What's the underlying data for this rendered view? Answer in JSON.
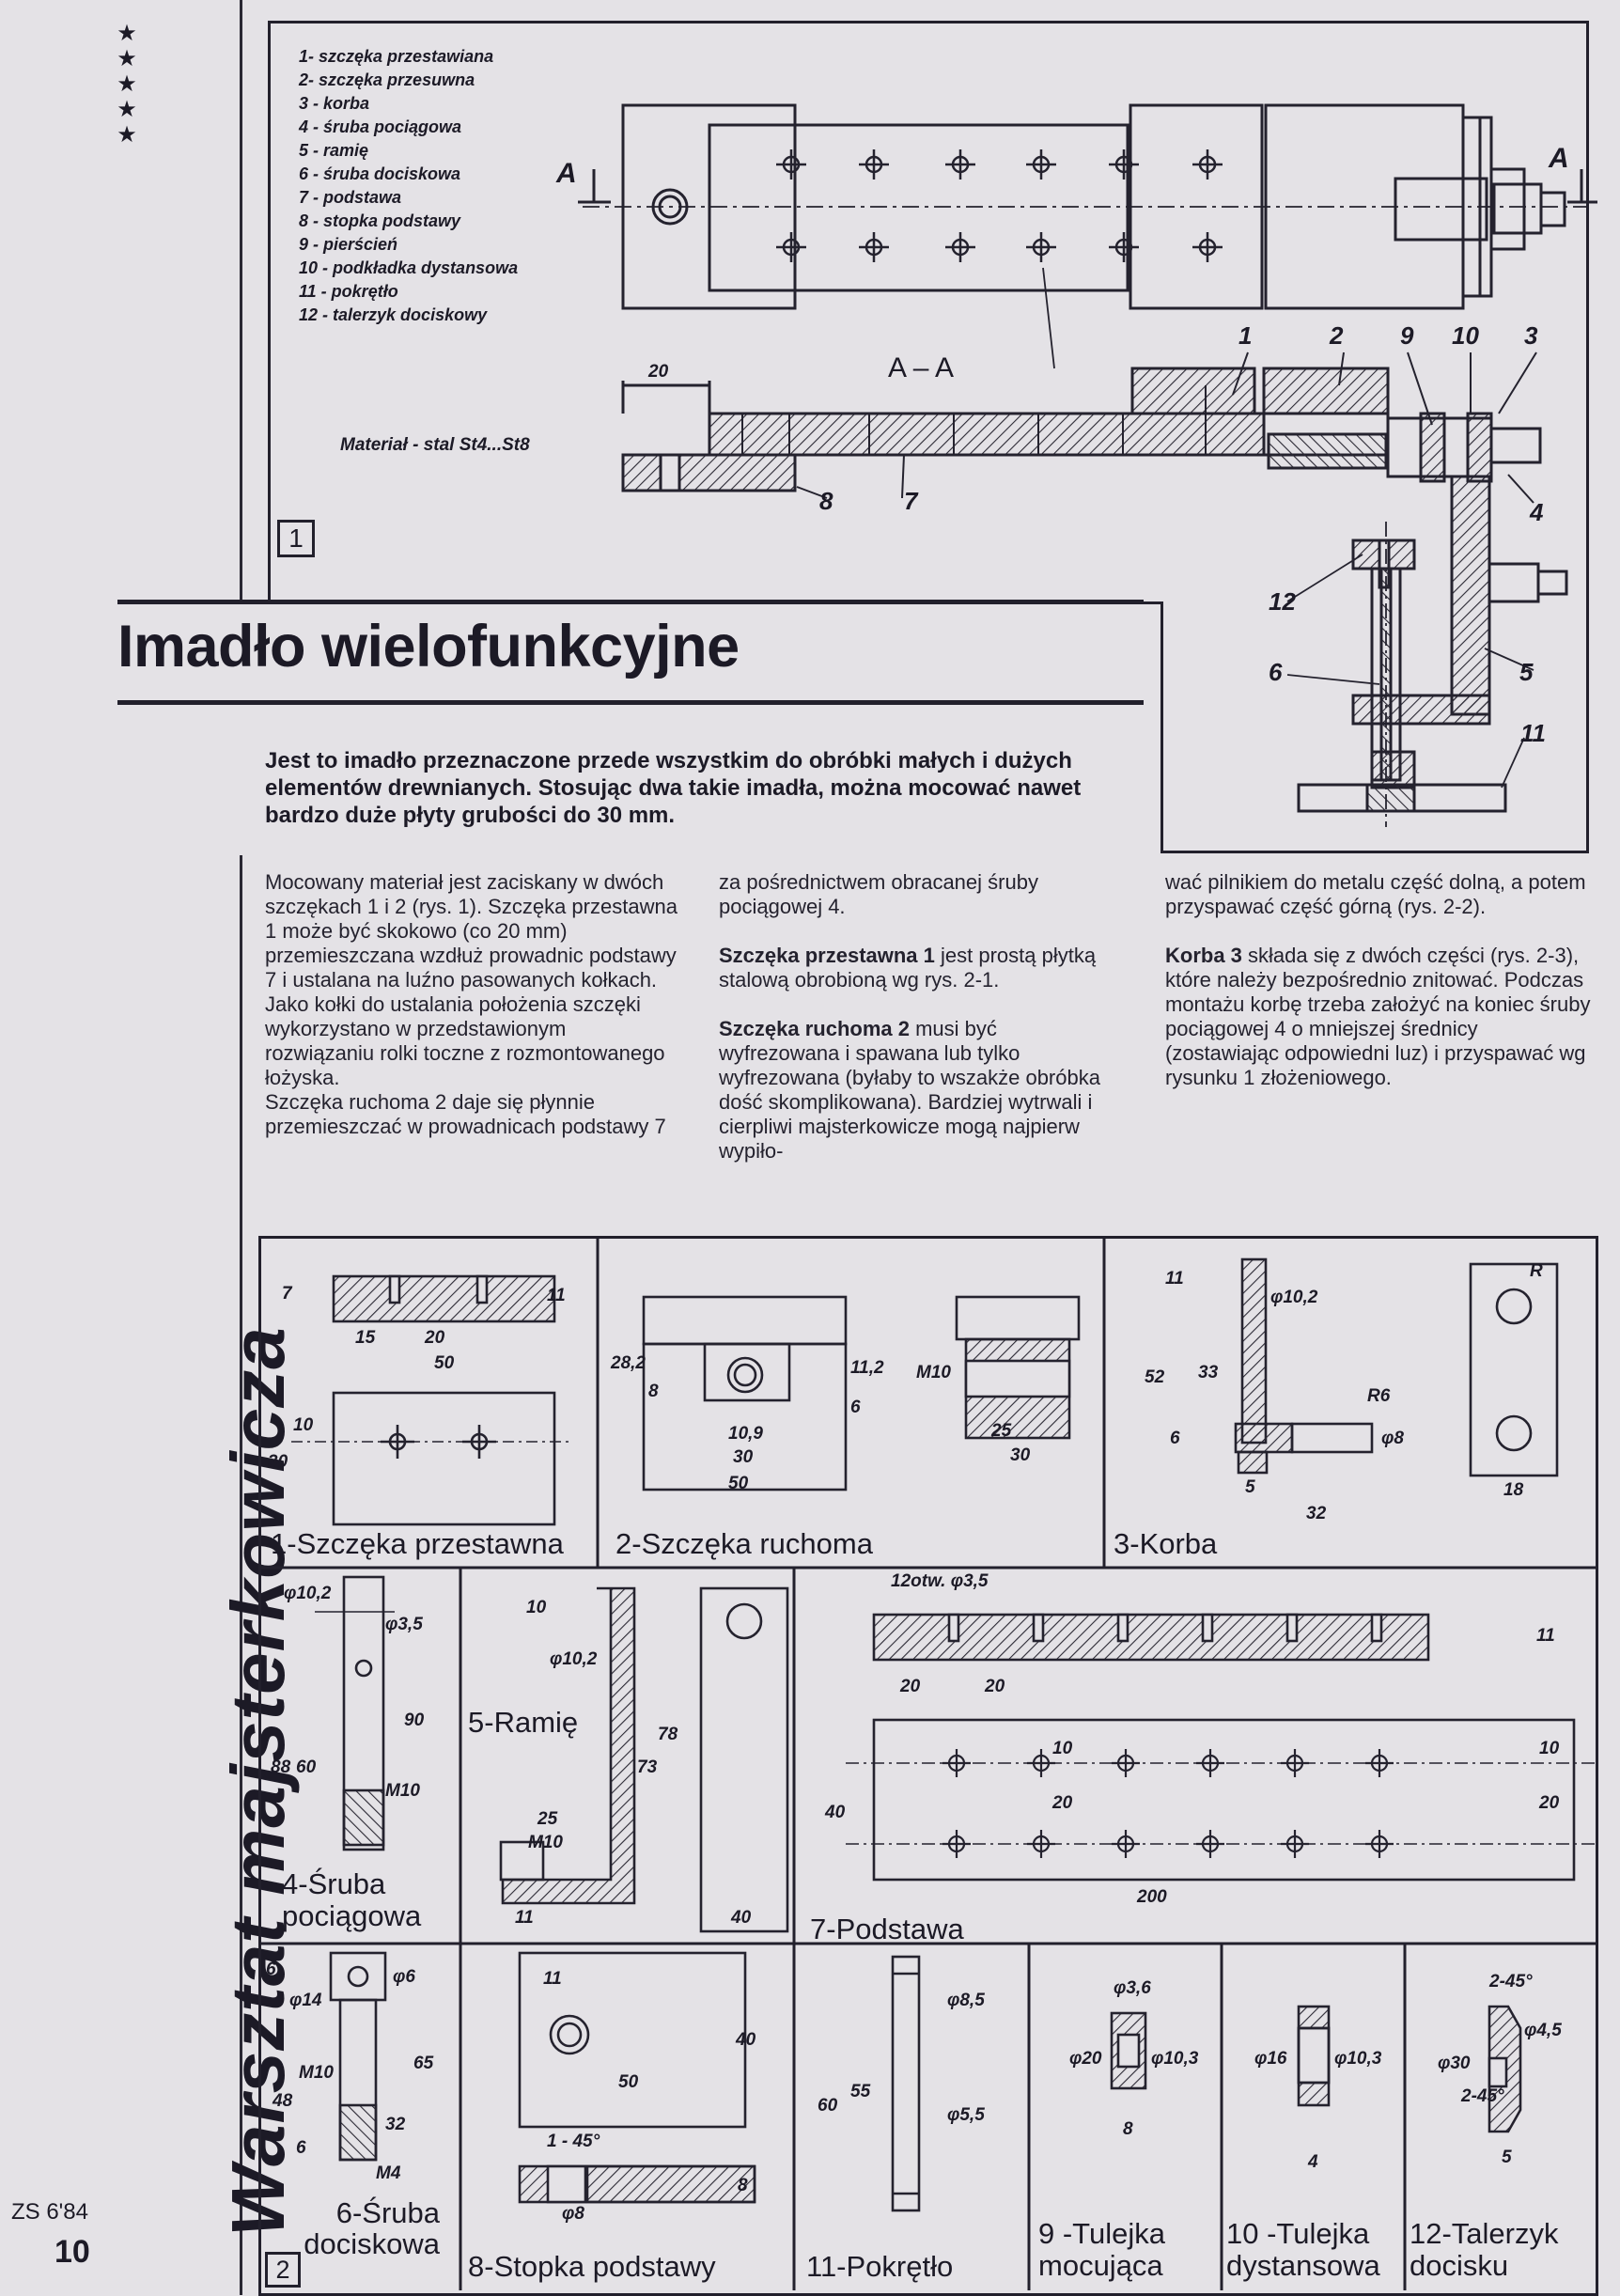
{
  "margin": {
    "stars": "★\n★\n★\n★\n★",
    "section_title": "Warsztat majsterkowicza",
    "issue": "ZS 6'84",
    "page_number": "10"
  },
  "figure1": {
    "number": "1",
    "legend": [
      "1- szczęka przestawiana",
      "2- szczęka przesuwna",
      "3 - korba",
      "4 - śruba pociągowa",
      "5 - ramię",
      "6 - śruba dociskowa",
      "7 - podstawa",
      "8 - stopka podstawy",
      "9 - pierścień",
      "10 - podkładka dystansowa",
      "11 - pokrętło",
      "12 - talerzyk dociskowy"
    ],
    "material": "Materiał - stal St4...St8",
    "section_mark": "A",
    "section_label": "A – A",
    "dim_20": "20",
    "callouts": [
      "1",
      "2",
      "9",
      "10",
      "3",
      "4",
      "8",
      "7",
      "12",
      "6",
      "5",
      "11"
    ]
  },
  "article": {
    "title": "Imadło wielofunkcyjne",
    "lead": "Jest to imadło przeznaczone przede wszystkim do obróbki małych i dużych elementów drewnianych. Stosując dwa takie imadła, można mocować nawet bardzo duże płyty grubości do 30 mm.",
    "col1": "Mocowany materiał jest zaciskany w dwóch szczękach 1 i 2 (rys. 1). Szczęka przestawna 1 może być skokowo (co 20 mm) przemieszczana wzdłuż prowadnic podstawy 7 i ustalana na luźno pasowanych kołkach. Jako kołki do ustalania położenia szczęki wykorzystano w przedstawionym rozwiązaniu rolki toczne z rozmontowanego łożyska.\nSzczęka ruchoma 2 daje się płynnie przemieszczać w prowadnicach podstawy 7",
    "col2_p1": "za pośrednictwem obracanej śruby pociągowej 4.",
    "col2_p2_head": "Szczęka przestawna 1",
    "col2_p2": " jest prostą płytką stalową obrobioną wg rys. 2-1.",
    "col2_p3_head": "Szczęka ruchoma 2",
    "col2_p3": " musi być wyfrezowana i spawana lub tylko wyfrezowana (byłaby to wszakże obróbka dość skomplikowana). Bardziej wytrwali i cierpliwi majsterkowicze mogą najpierw wypiło-",
    "col3_p1": "wać pilnikiem do metalu część dolną, a potem przyspawać część górną (rys. 2-2).",
    "col3_p2_head": "Korba 3",
    "col3_p2": " składa się z dwóch części (rys. 2-3), które należy bezpośrednio znitować. Podczas montażu korbę trzeba założyć na koniec śruby pociągowej 4 o mniejszej średnicy (zostawiając odpowiedni luz) i przyspawać wg rysunku 1 złożeniowego."
  },
  "figure2": {
    "number": "2",
    "parts": [
      "1-Szczęka przestawna",
      "2-Szczęka ruchoma",
      "3-Korba",
      "4-Śruba pociągowa",
      "5-Ramię",
      "6-Śruba dociskowa",
      "7-Podstawa",
      "8-Stopka podstawy",
      "11-Pokrętło",
      "9 -Tulejka mocująca",
      "10 -Tulejka dystansowa",
      "12-Talerzyk docisku"
    ],
    "dims": {
      "p1": [
        "7",
        "11",
        "15",
        "20",
        "50",
        "10",
        "30"
      ],
      "p2": [
        "28,2",
        "8",
        "11,2",
        "6",
        "10,9",
        "30",
        "50",
        "M10",
        "25",
        "30"
      ],
      "p3": [
        "11",
        "φ10,2",
        "52",
        "33",
        "6",
        "R6",
        "φ8",
        "5",
        "32",
        "R",
        "18"
      ],
      "p4": [
        "φ10,2",
        "φ3,5",
        "90",
        "88",
        "60",
        "M10"
      ],
      "p5": [
        "10",
        "φ10,2",
        "78",
        "73",
        "25",
        "M10",
        "11",
        "40"
      ],
      "p7": [
        "12otw. φ3,5",
        "11",
        "20",
        "20",
        "10",
        "20",
        "40",
        "10",
        "20",
        "200"
      ],
      "p6": [
        "6",
        "φ6",
        "φ14",
        "M10",
        "48",
        "65",
        "32",
        "6",
        "M4"
      ],
      "p8": [
        "11",
        "40",
        "50",
        "1 - 45°",
        "φ8",
        "8"
      ],
      "p11": [
        "φ8,5",
        "60",
        "55",
        "φ5,5"
      ],
      "p9": [
        "φ3,6",
        "φ20",
        "φ10,3",
        "8"
      ],
      "p10": [
        "φ16",
        "φ10,3",
        "4"
      ],
      "p12": [
        "2-45°",
        "φ30",
        "2-45°",
        "φ4,5",
        "5"
      ]
    }
  }
}
